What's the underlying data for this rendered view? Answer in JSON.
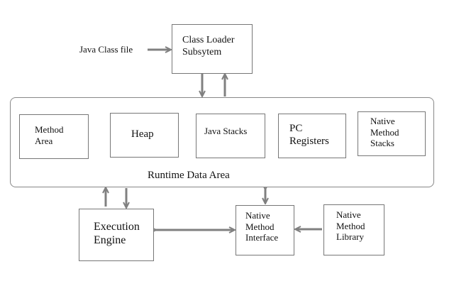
{
  "input_label": "Java Class file",
  "class_loader": "Class Loader\nSubsytem",
  "runtime_data_area": {
    "label": "Runtime Data Area",
    "method_area": "Method\nArea",
    "heap": "Heap",
    "java_stacks": "Java Stacks",
    "pc_registers": "PC\nRegisters",
    "native_method_stacks": "Native\nMethod\nStacks"
  },
  "execution_engine": "Execution\nEngine",
  "native_method_interface": "Native\nMethod\nInterface",
  "native_method_library": "Native\nMethod\nLibrary",
  "colors": {
    "arrow": "#808080",
    "border": "#777777"
  }
}
